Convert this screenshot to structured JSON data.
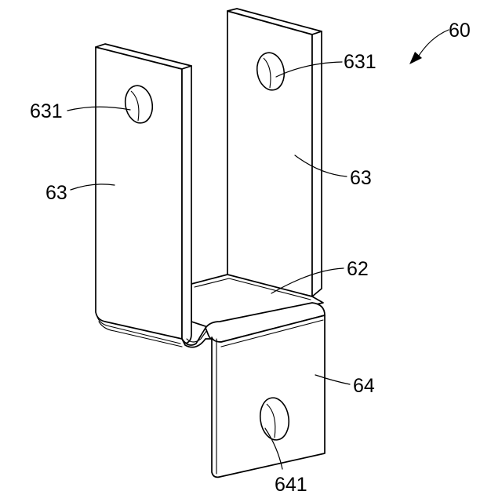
{
  "figure": {
    "assembly_label": "60",
    "parts": {
      "tab_left": "63",
      "tab_right": "63",
      "bridge": "62",
      "foot": "64"
    },
    "holes": {
      "tab_left_hole": "631",
      "tab_right_hole": "631",
      "foot_hole": "641"
    }
  }
}
